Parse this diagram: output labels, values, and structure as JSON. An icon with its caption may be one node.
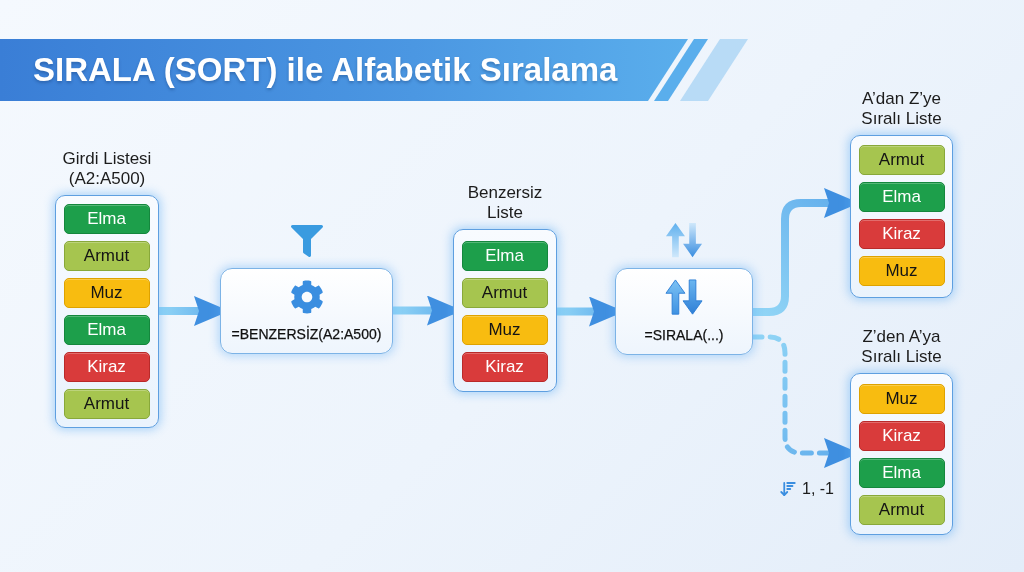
{
  "diagram": {
    "title": "SIRALA (SORT) ile Alfabetik Sıralama",
    "nodes": [
      {
        "text": [
          "Girdi Listesi (A2:A500)"
        ]
      },
      {
        "text": [
          "Elma"
        ],
        "in": 0
      },
      {
        "text": [
          "Armut"
        ],
        "in": 0
      },
      {
        "text": [
          "Muz"
        ],
        "in": 0
      },
      {
        "text": [
          "Elma"
        ],
        "in": 0
      },
      {
        "text": [
          "Kiraz"
        ],
        "in": 0
      },
      {
        "text": [
          "Armut"
        ],
        "in": 0
      },
      {
        "text": [
          "=BENZERSİZ(A2:A500)"
        ]
      },
      {
        "text": [
          "Benzersiz Liste"
        ]
      },
      {
        "text": [
          "Elma"
        ],
        "in": 8
      },
      {
        "text": [
          "Armut"
        ],
        "in": 8
      },
      {
        "text": [
          "Muz"
        ],
        "in": 8
      },
      {
        "text": [
          "Kiraz"
        ],
        "in": 8
      },
      {
        "text": [
          "=SIRALA(...)"
        ]
      },
      {
        "text": [
          "A’dan Z’ye Sıralı Liste"
        ]
      },
      {
        "text": [
          "Armut"
        ],
        "in": 14
      },
      {
        "text": [
          "Elma"
        ],
        "in": 14
      },
      {
        "text": [
          "Kiraz"
        ],
        "in": 14
      },
      {
        "text": [
          "Muz"
        ],
        "in": 14
      },
      {
        "text": [
          "Z’den A’ya Sıralı Liste"
        ]
      },
      {
        "text": [
          "Muz"
        ],
        "in": 19
      },
      {
        "text": [
          "Kiraz"
        ],
        "in": 19
      },
      {
        "text": [
          "Elma"
        ],
        "in": 19
      },
      {
        "text": [
          "Armut"
        ],
        "in": 19
      }
    ],
    "edges": [
      {
        "from": 0,
        "to": 7,
        "arrow": "to"
      },
      {
        "from": 7,
        "to": 8,
        "arrow": "to"
      },
      {
        "from": 8,
        "to": 13,
        "arrow": "to"
      },
      {
        "from": 13,
        "to": 14,
        "arrow": "to"
      },
      {
        "from": 13,
        "to": 19,
        "arrow": "to",
        "label": "1, -1",
        "style": "dashed"
      }
    ]
  }
}
